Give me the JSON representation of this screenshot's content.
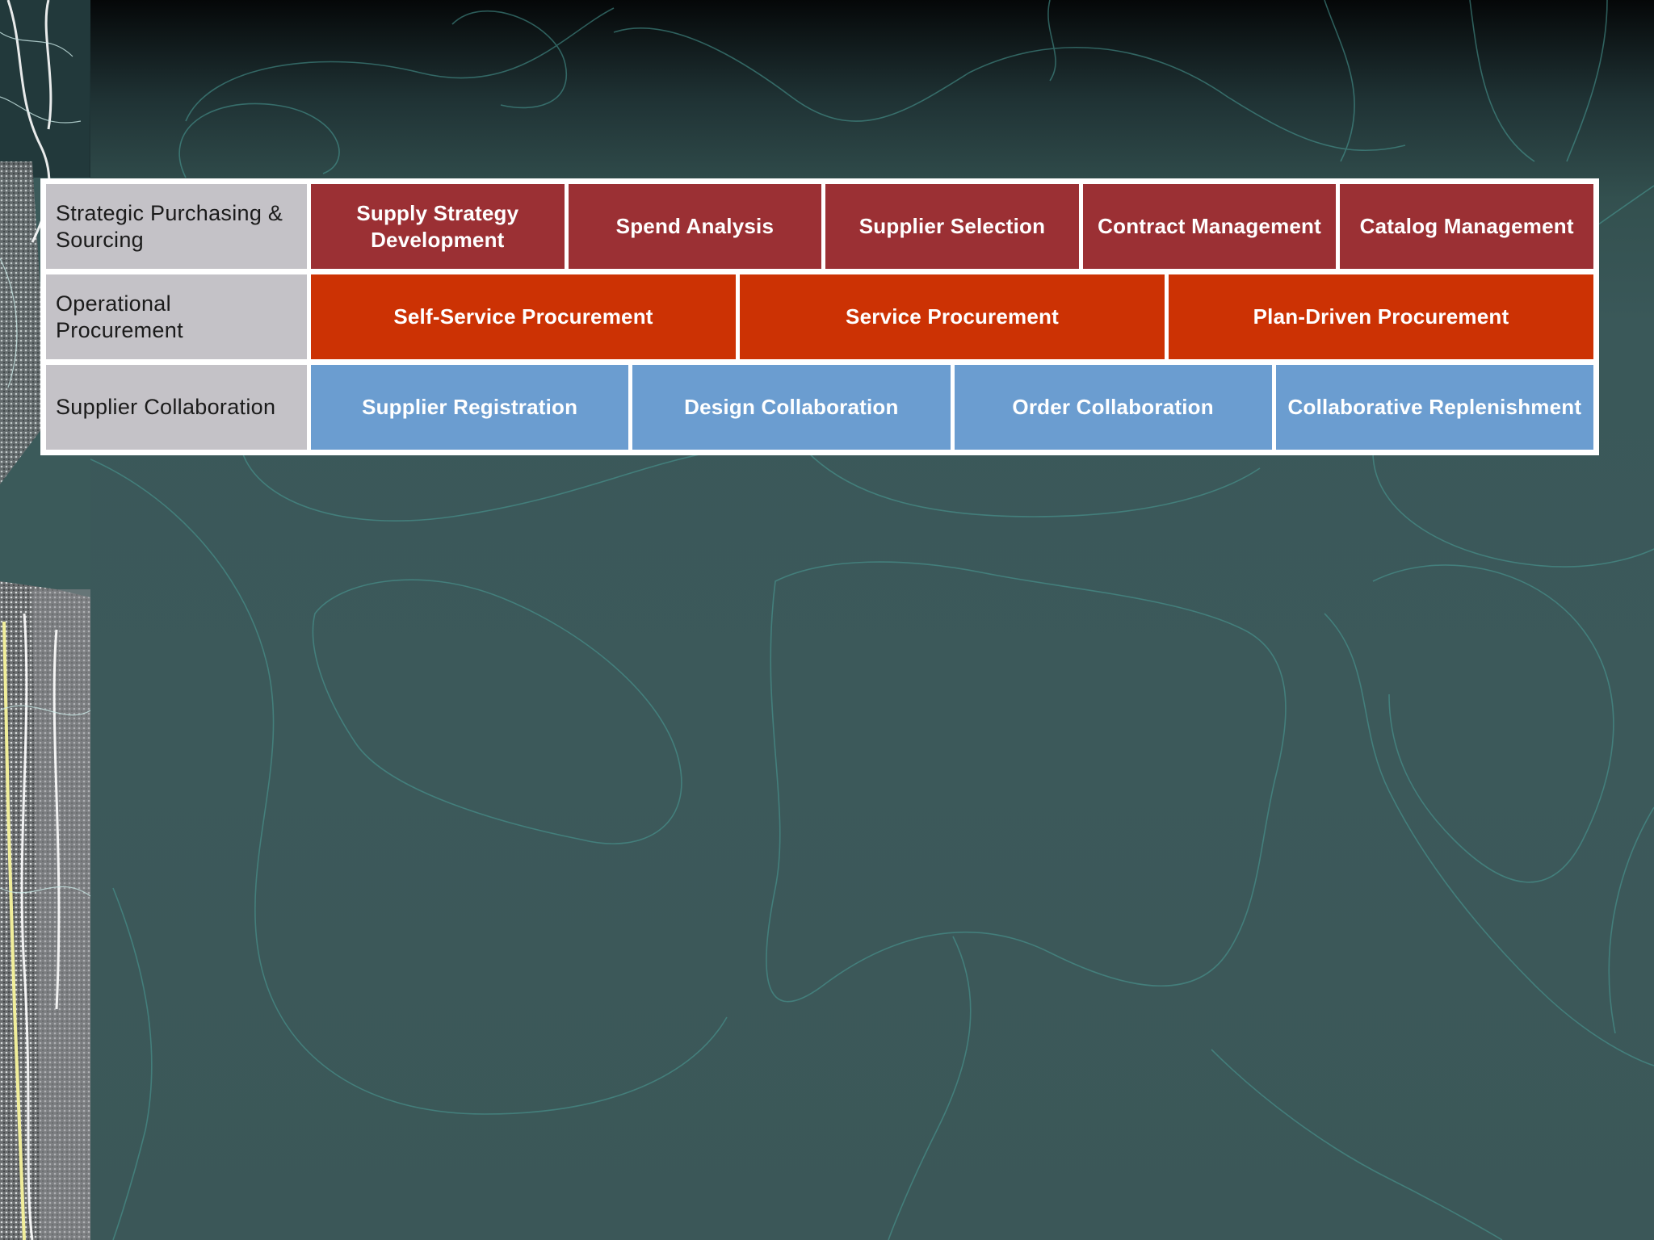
{
  "rows": [
    {
      "label": "Strategic Purchasing & Sourcing",
      "items": [
        "Supply Strategy Development",
        "Spend Analysis",
        "Supplier Selection",
        "Contract Management",
        "Catalog Management"
      ]
    },
    {
      "label": "Operational Procurement",
      "items": [
        "Self-Service Procurement",
        "Service Procurement",
        "Plan-Driven Procurement"
      ]
    },
    {
      "label": "Supplier Collaboration",
      "items": [
        "Supplier Registration",
        "Design Collaboration",
        "Order Collaboration",
        "Collaborative Replenishment"
      ]
    }
  ],
  "colors": {
    "strategic": "#9b3034",
    "operational": "#cc3204",
    "collaboration": "#6b9dd0",
    "label_bg": "#c4c2c7"
  }
}
